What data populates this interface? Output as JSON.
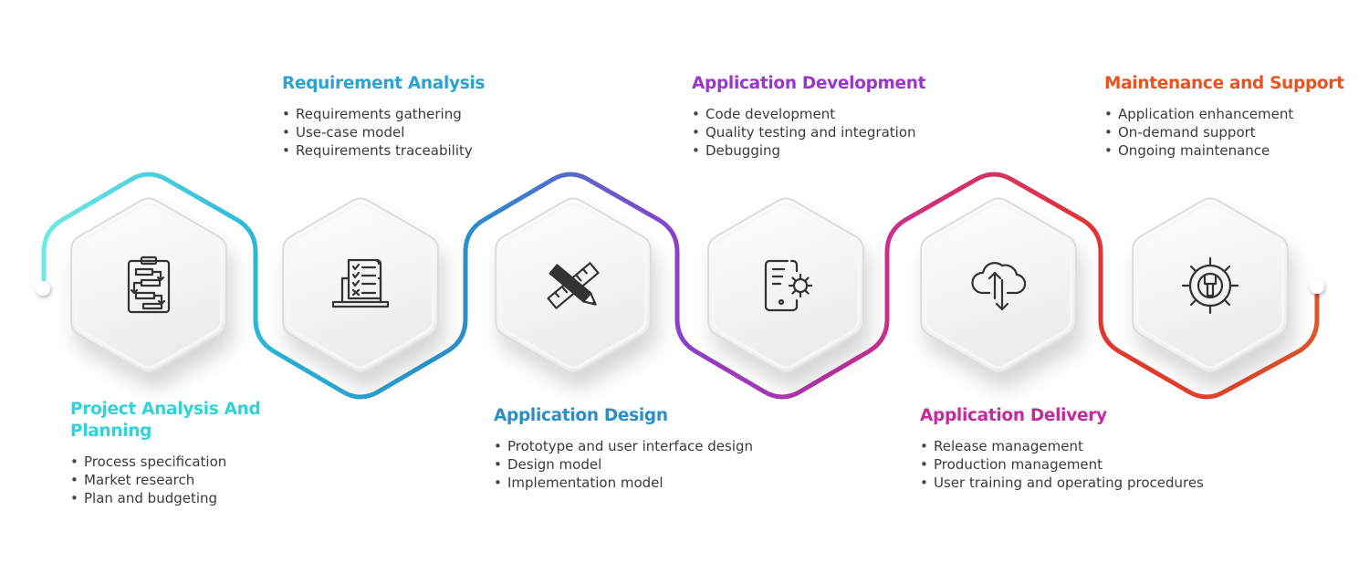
{
  "steps": [
    {
      "title": "Project Analysis And Planning",
      "title_lines": [
        "Project Analysis And",
        "Planning"
      ],
      "items": [
        "Process specification",
        "Market research",
        "Plan and budgeting"
      ],
      "color": "#2fd3d9",
      "icon": "checklist-flow-icon"
    },
    {
      "title": "Requirement Analysis",
      "items": [
        "Requirements gathering",
        "Use-case model",
        "Requirements traceability"
      ],
      "color": "#2aa2d2",
      "icon": "laptop-checklist-icon"
    },
    {
      "title": "Application Design",
      "items": [
        "Prototype and user interface design",
        "Design model",
        "Implementation model"
      ],
      "color": "#2a8fc6",
      "icon": "pencil-ruler-icon"
    },
    {
      "title": "Application Development",
      "items": [
        "Code development",
        "Quality testing and integration",
        "Debugging"
      ],
      "color": "#9a36c9",
      "icon": "mobile-gear-icon"
    },
    {
      "title": "Application Delivery",
      "items": [
        "Release management",
        "Production management",
        "User training and operating procedures"
      ],
      "color": "#c42a9e",
      "icon": "cloud-transfer-icon"
    },
    {
      "title": "Maintenance and Support",
      "items": [
        "Application enhancement",
        "On-demand support",
        "Ongoing maintenance"
      ],
      "color": "#e8531f",
      "icon": "wrench-gear-icon"
    }
  ],
  "path_gradient": [
    "#6ee9e4",
    "#2bb7d8",
    "#2a8fc9",
    "#8a3fcd",
    "#cc2f8c",
    "#e3342f",
    "#e2542a"
  ]
}
